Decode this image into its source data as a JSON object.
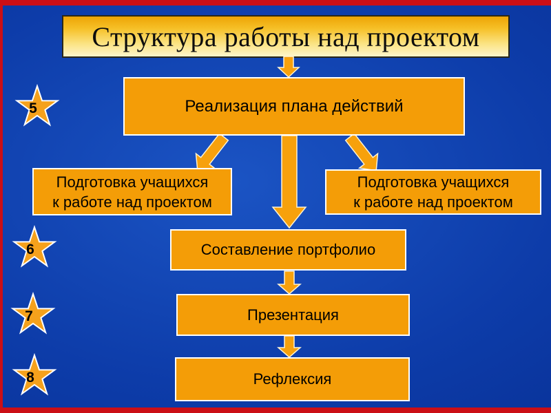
{
  "slide": {
    "title": "Структура работы над проектом",
    "flow": {
      "realization": "Реализация плана действий",
      "prep_left": [
        "Подготовка учащихся",
        "к работе над проектом"
      ],
      "prep_right": [
        "Подготовка учащихся",
        "к работе над проектом"
      ],
      "portfolio": "Составление портфолио",
      "presentation": "Презентация",
      "reflection": "Рефлексия"
    },
    "stars": [
      {
        "number": "5"
      },
      {
        "number": "6"
      },
      {
        "number": "7"
      },
      {
        "number": "8"
      }
    ],
    "colors": {
      "background_blue": "#0d3ca9",
      "frame_red": "#cb0f16",
      "box_orange": "#f49d07",
      "title_gold": "#f6c027",
      "box_border_white": "#ffffff",
      "text_black": "#000000"
    }
  }
}
